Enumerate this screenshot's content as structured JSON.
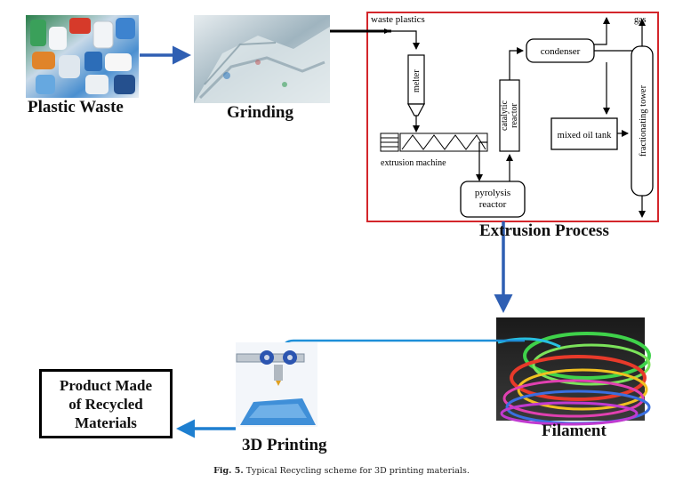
{
  "labels": {
    "plastic_waste": "Plastic Waste",
    "grinding": "Grinding",
    "extrusion_process": "Extrusion Process",
    "filament": "Filament",
    "printing_3d": "3D Printing",
    "product_line1": "Product Made",
    "product_line2": "of Recycled",
    "product_line3": "Materials"
  },
  "process": {
    "waste_plastics": "waste plastics",
    "melter": "melter",
    "extrusion_machine": "extrusion machine",
    "catalytic_reactor_1": "catalytic",
    "catalytic_reactor_2": "reactor",
    "pyrolysis_reactor_1": "pyrolysis",
    "pyrolysis_reactor_2": "reactor",
    "condenser": "condenser",
    "mixed_oil_tank": "mixed oil tank",
    "fractionating_tower": "fractionating tower",
    "gas": "gas"
  },
  "caption": {
    "fig": "Fig. 5.",
    "text": "Typical Recycling scheme for 3D printing materials."
  },
  "colors": {
    "arrow_blue": "#2f5fb3",
    "filament_line": "#1e8fd8",
    "process_border": "#d3262b"
  }
}
